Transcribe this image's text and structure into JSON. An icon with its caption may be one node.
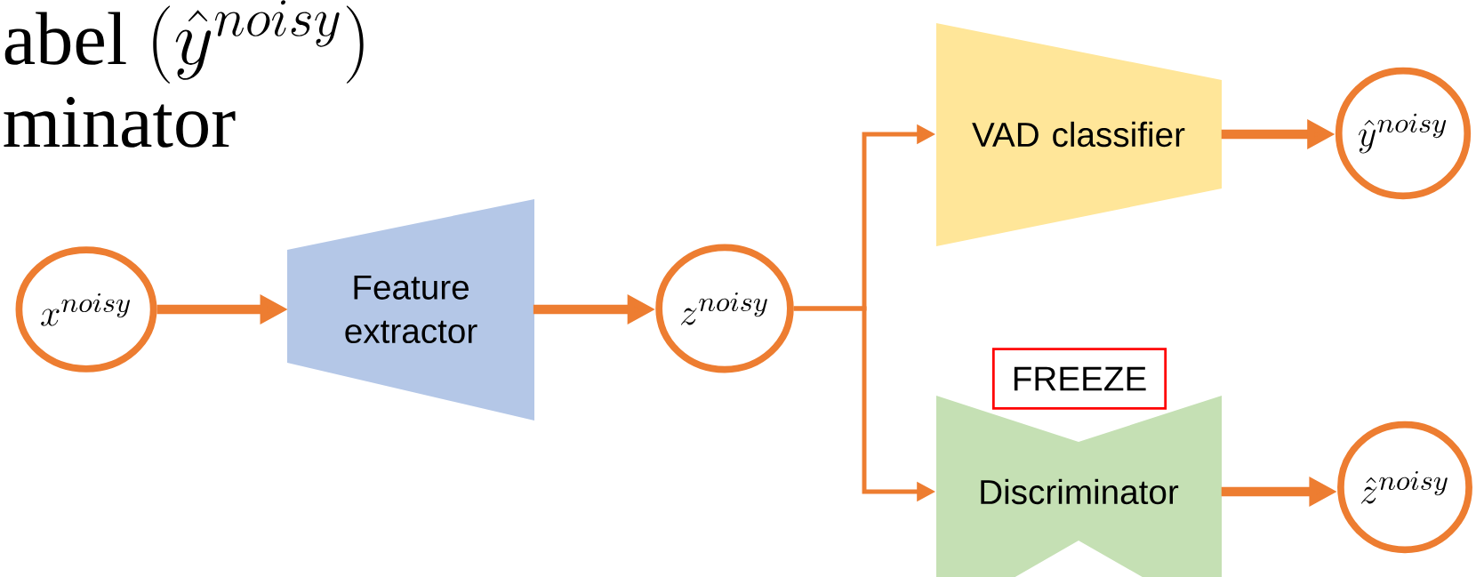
{
  "diagram": {
    "nodes": [
      {
        "text": [
          "x^{noisy}"
        ]
      },
      {
        "text": [
          "Feature extractor"
        ]
      },
      {
        "text": [
          "z^{noisy}"
        ]
      },
      {
        "text": [
          "VAD classifier"
        ]
      },
      {
        "text": [
          "\\hat{y}^{noisy}"
        ]
      },
      {
        "text": [
          "Discriminator"
        ]
      },
      {
        "text": [
          "\\hat{z}^{noisy}"
        ]
      },
      {
        "text": [
          "FREEZE"
        ]
      }
    ],
    "edges": [
      {
        "from": 0,
        "to": 1,
        "arrow": "to"
      },
      {
        "from": 1,
        "to": 2,
        "arrow": "to"
      },
      {
        "from": 2,
        "to": 3,
        "arrow": "to"
      },
      {
        "from": 2,
        "to": 5,
        "arrow": "to"
      },
      {
        "from": 3,
        "to": 4,
        "arrow": "to"
      },
      {
        "from": 5,
        "to": 6,
        "arrow": "to"
      }
    ],
    "labels": [
      "\\textrm{abel }(\\hat{y}^{noisy})",
      "\\textrm{minator}"
    ]
  }
}
